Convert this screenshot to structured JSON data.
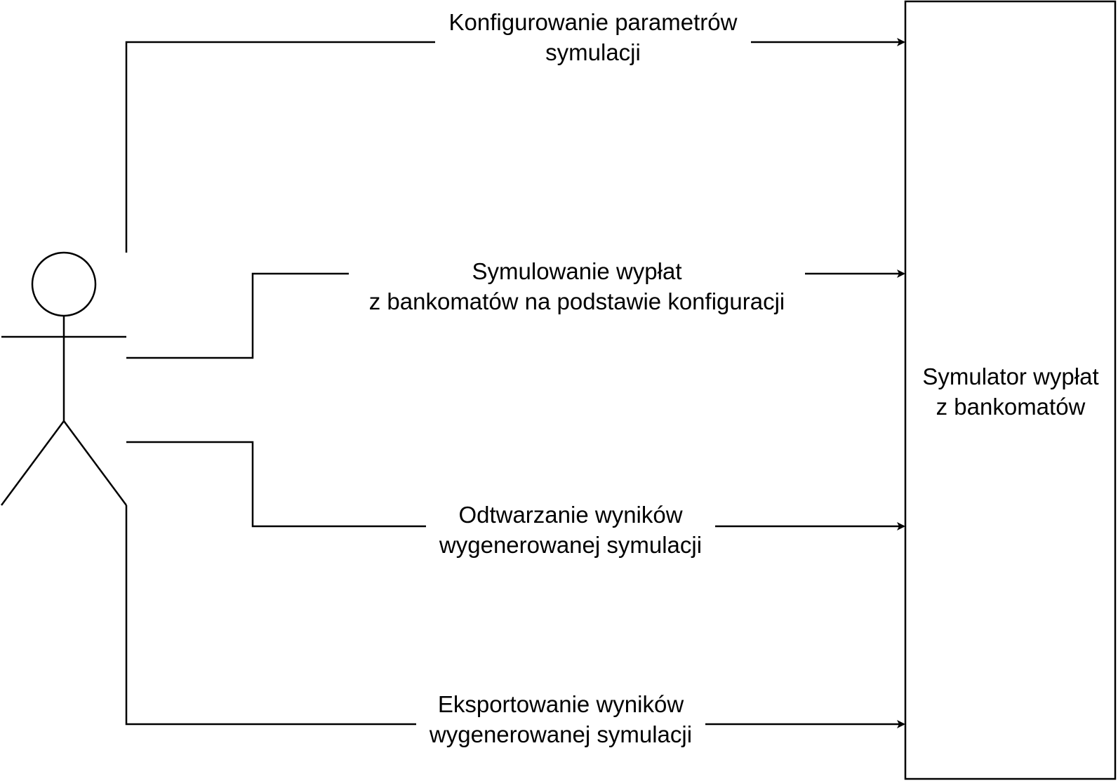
{
  "system": {
    "label_lines": [
      "Symulator wypłat",
      "z bankomatów"
    ]
  },
  "use_cases": [
    {
      "lines": [
        "Konfigurowanie parametrów",
        "symulacji"
      ]
    },
    {
      "lines": [
        "Symulowanie wypłat",
        "z bankomatów na podstawie konfiguracji"
      ]
    },
    {
      "lines": [
        "Odtwarzanie wyników",
        "wygenerowanej symulacji"
      ]
    },
    {
      "lines": [
        "Eksportowanie wyników",
        "wygenerowanej symulacji"
      ]
    }
  ],
  "colors": {
    "stroke": "#000000",
    "background": "#ffffff"
  }
}
